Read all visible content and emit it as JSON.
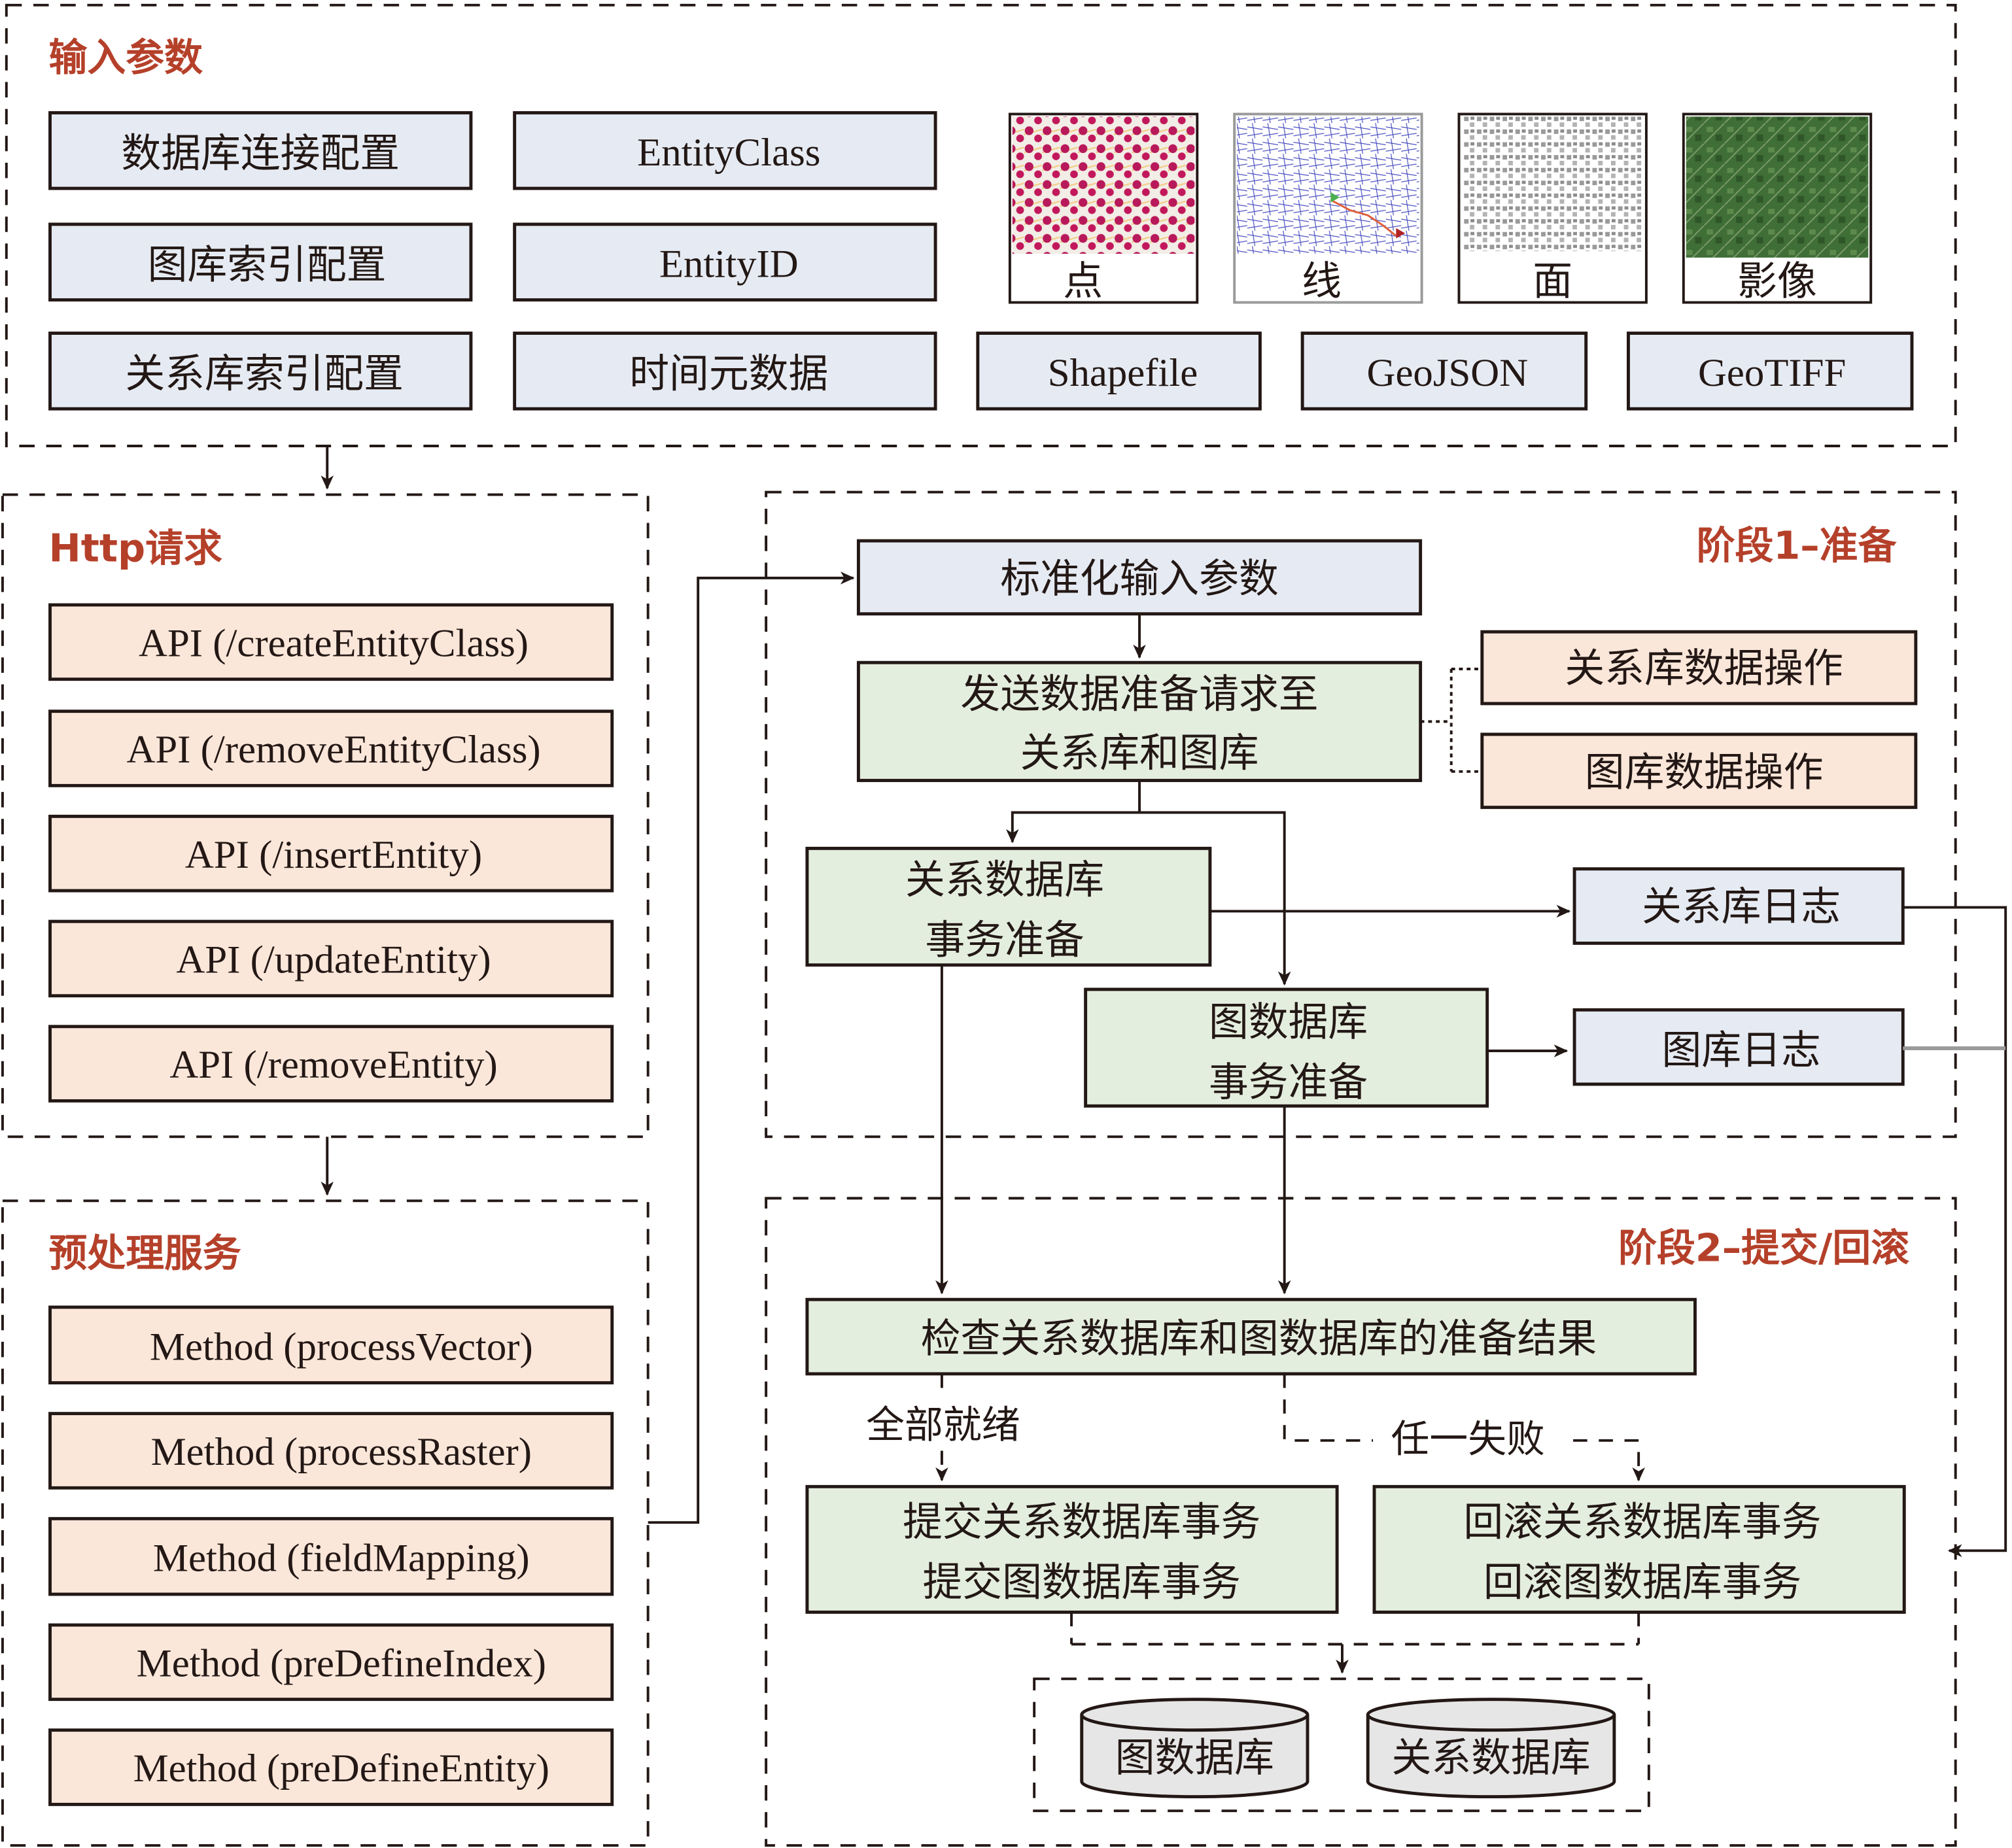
{
  "colors": {
    "title": "#b5402a",
    "blue_fill": "#e6ebf3",
    "orange_fill": "#fbe7da",
    "green_fill": "#e4eedf",
    "db_fill": "#e6e6e6",
    "stroke": "#231815",
    "grey_line": "#9a9a9a"
  },
  "input_params": {
    "title": "输入参数",
    "config_boxes": [
      "数据库连接配置",
      "图库索引配置",
      "关系库索引配置"
    ],
    "entity_boxes": [
      "EntityClass",
      "EntityID",
      "时间元数据"
    ],
    "thumbnails": [
      {
        "label": "点",
        "kind": "point-map"
      },
      {
        "label": "线",
        "kind": "line-map"
      },
      {
        "label": "面",
        "kind": "polygon-map"
      },
      {
        "label": "影像",
        "kind": "raster-image"
      }
    ],
    "formats": [
      "Shapefile",
      "GeoJSON",
      "GeoTIFF"
    ]
  },
  "http": {
    "title": "Http请求",
    "apis": [
      "API (/createEntityClass)",
      "API (/removeEntityClass)",
      "API (/insertEntity)",
      "API (/updateEntity)",
      "API (/removeEntity)"
    ]
  },
  "preprocess": {
    "title": "预处理服务",
    "methods": [
      "Method (processVector)",
      "Method (processRaster)",
      "Method (fieldMapping)",
      "Method (preDefineIndex)",
      "Method (preDefineEntity)"
    ]
  },
  "phase1": {
    "title": "阶段1–准备",
    "normalize": "标准化输入参数",
    "send_request": [
      "发送数据准备请求至",
      "关系库和图库"
    ],
    "ops": [
      "关系库数据操作",
      "图库数据操作"
    ],
    "rel_prepare": [
      "关系数据库",
      "事务准备"
    ],
    "graph_prepare": [
      "图数据库",
      "事务准备"
    ],
    "rel_log": "关系库日志",
    "graph_log": "图库日志"
  },
  "phase2": {
    "title": "阶段2–提交/回滚",
    "check": "检查关系数据库和图数据库的准备结果",
    "all_ready": "全部就绪",
    "any_fail": "任一失败",
    "commit": [
      "提交关系数据库事务",
      "提交图数据库事务"
    ],
    "rollback": [
      "回滚关系数据库事务",
      "回滚图数据库事务"
    ],
    "databases": [
      "图数据库",
      "关系数据库"
    ]
  }
}
